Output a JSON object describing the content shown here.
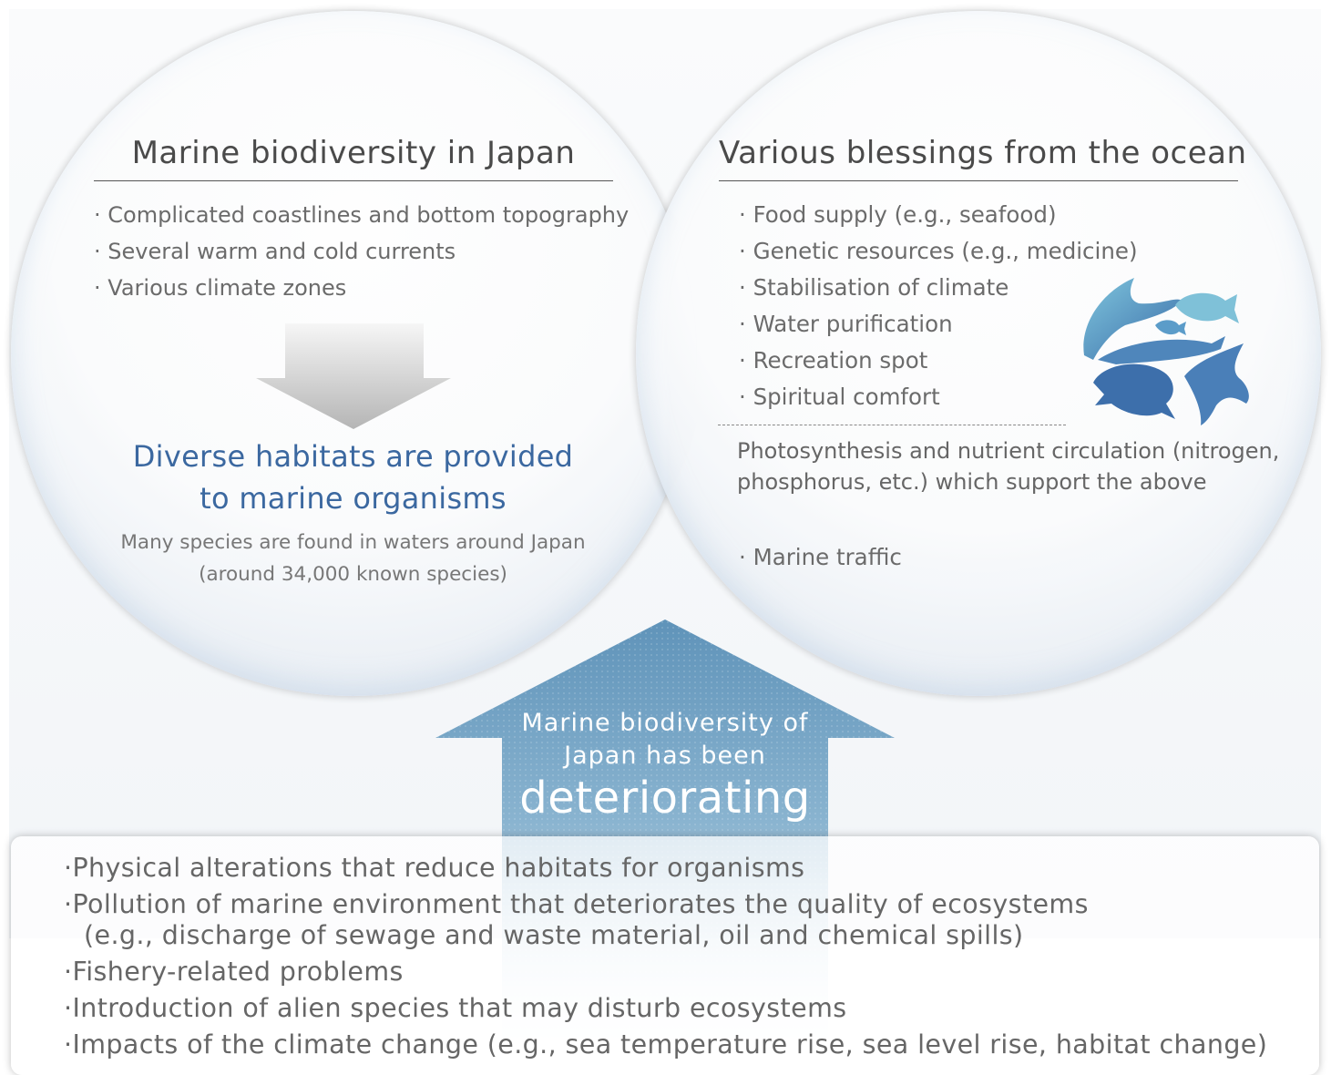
{
  "left_circle": {
    "title": "Marine biodiversity in Japan",
    "bullets": [
      "Complicated coastlines and bottom topography",
      "Several warm and cold currents",
      "Various climate zones"
    ],
    "result_line1": "Diverse habitats are provided",
    "result_line2": "to marine organisms",
    "note_line1": "Many species are found in waters around Japan",
    "note_line2": "(around 34,000 known species)"
  },
  "right_circle": {
    "title": "Various blessings from the ocean",
    "bullets": [
      "Food supply (e.g., seafood)",
      "Genetic resources (e.g., medicine)",
      "Stabilisation of climate",
      "Water purification",
      "Recreation spot",
      "Spiritual comfort"
    ],
    "support_text": "Photosynthesis and nutrient circulation (nitrogen, phosphorus, etc.) which support the above",
    "extra_bullet": "Marine traffic",
    "illustration_icon": "marine-animals-icon"
  },
  "center_arrow": {
    "line1": "Marine biodiversity of",
    "line2": "Japan has been",
    "emphasis": "deteriorating"
  },
  "threats": {
    "items": [
      {
        "line": "Physical alterations that reduce habitats for organisms",
        "sub": ""
      },
      {
        "line": "Pollution of marine environment that deteriorates the quality of  ecosystems",
        "sub": "(e.g., discharge of sewage and waste material, oil and chemical spills)"
      },
      {
        "line": "Fishery-related problems",
        "sub": ""
      },
      {
        "line": "Introduction of alien species that may disturb ecosystems",
        "sub": ""
      },
      {
        "line": "Impacts of the climate change (e.g., sea temperature rise, sea level rise, habitat change)",
        "sub": ""
      }
    ]
  },
  "colors": {
    "accent_blue": "#3b68a0",
    "arrow_blue": "#6d9ec1",
    "text_gray": "#6b6b6b"
  }
}
